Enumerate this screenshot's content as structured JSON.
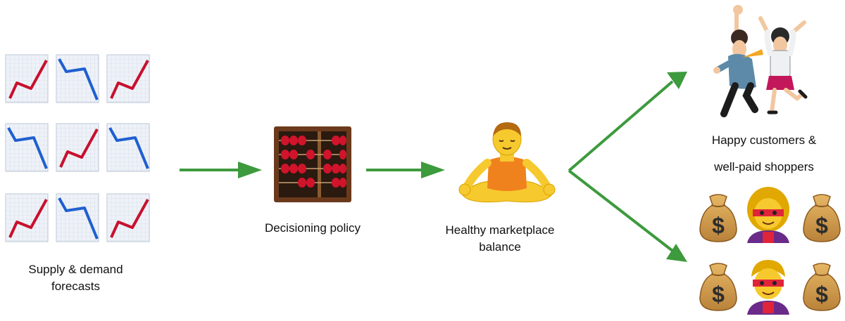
{
  "diagram": {
    "forecasts": {
      "label_line1": "Supply & demand",
      "label_line2": "forecasts",
      "icon": "chart-grid-icon",
      "colors": {
        "up": "#c8102e",
        "down": "#1f5fd0"
      }
    },
    "policy": {
      "label": "Decisioning policy",
      "icon": "abacus-icon"
    },
    "balance": {
      "label_line1": "Healthy marketplace",
      "label_line2": "balance",
      "icon": "meditating-person-icon"
    },
    "outcome": {
      "label_line1": "Happy customers &",
      "label_line2": "well-paid shoppers",
      "icons": [
        "jumping-people-icon",
        "money-bag-icon",
        "superhero-icon"
      ]
    },
    "arrow_color": "#3d9a3d"
  }
}
